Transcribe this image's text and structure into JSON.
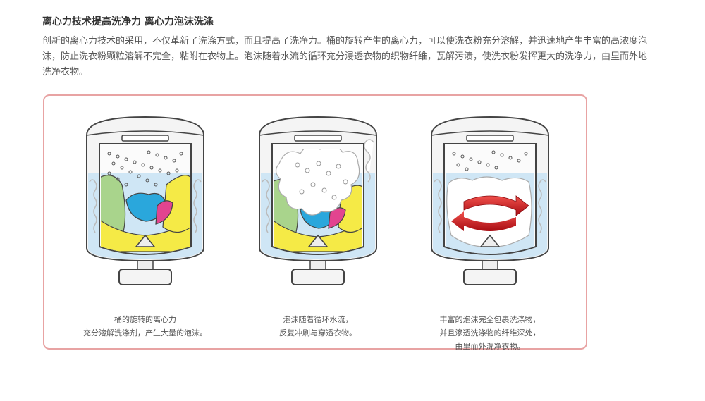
{
  "title": "离心力技术提高洗净力  离心力泡沫洗涤",
  "intro": "创新的离心力技术的采用，不仅革新了洗涤方式，而且提高了洗净力。桶的旋转产生的离心力，可以使洗衣粉充分溶解，并迅速地产生丰富的高浓度泡沫，防止洗衣粉颗粒溶解不完全，粘附在衣物上。泡沫随着水流的循环充分浸透衣物的织物纤维，瓦解污渍，使洗衣粉发挥更大的洗净力，由里而外地洗净衣物。",
  "steps": [
    {
      "lines": [
        "桶的旋转的离心力",
        "充分溶解洗涤剂，产生大量的泡沫。"
      ]
    },
    {
      "lines": [
        "泡沫随着循环水流，",
        "反复冲刷与穿透衣物。"
      ]
    },
    {
      "lines": [
        "丰富的泡沫完全包裹洗涤物，",
        "并且渗透洗涤物的纤维深处，",
        "由里而外洗净衣物。"
      ]
    }
  ],
  "colors": {
    "panel_border": "#e8a3a3",
    "water": "#cfe6f5",
    "cloth_green": "#a9d48c",
    "cloth_blue": "#2aa7dc",
    "cloth_pink": "#e2448f",
    "cloth_yellow": "#f5ea46",
    "arrow_red": "#d4161c"
  },
  "icons": [
    "washer-drum-illustration",
    "rotation-arrows-icon"
  ]
}
